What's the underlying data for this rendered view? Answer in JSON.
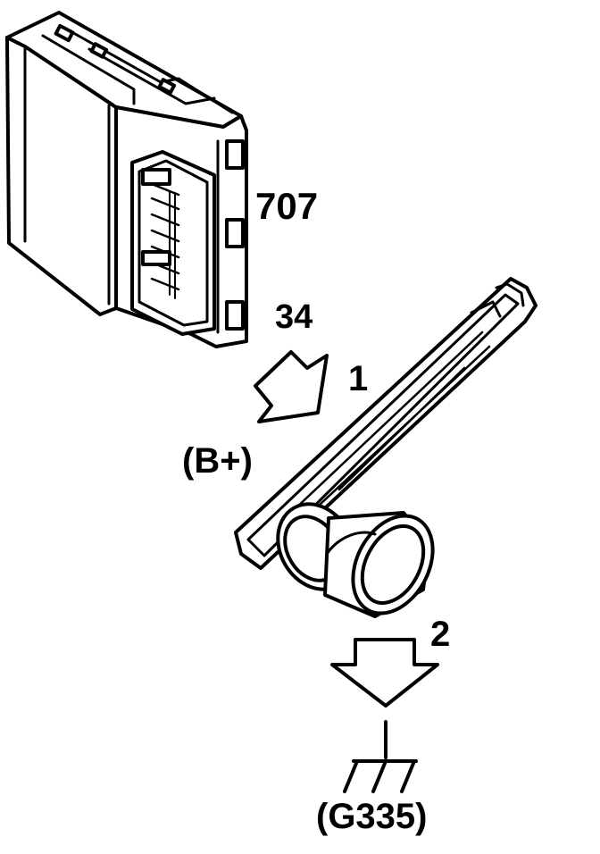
{
  "labels": {
    "module_number": "707",
    "pin_number": "34",
    "step_1": "1",
    "power_source": "(B+)",
    "step_2": "2",
    "ground_point": "(G335)"
  },
  "colors": {
    "line": "#000000",
    "background": "#ffffff"
  }
}
